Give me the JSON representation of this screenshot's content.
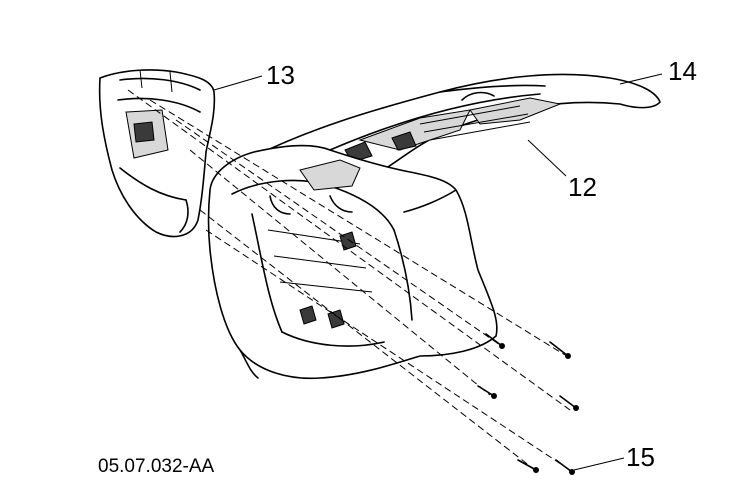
{
  "figure": {
    "figure_id": "05.07.032-AA",
    "callouts": {
      "c12": "12",
      "c13": "13",
      "c14": "14",
      "c15": "15"
    }
  }
}
